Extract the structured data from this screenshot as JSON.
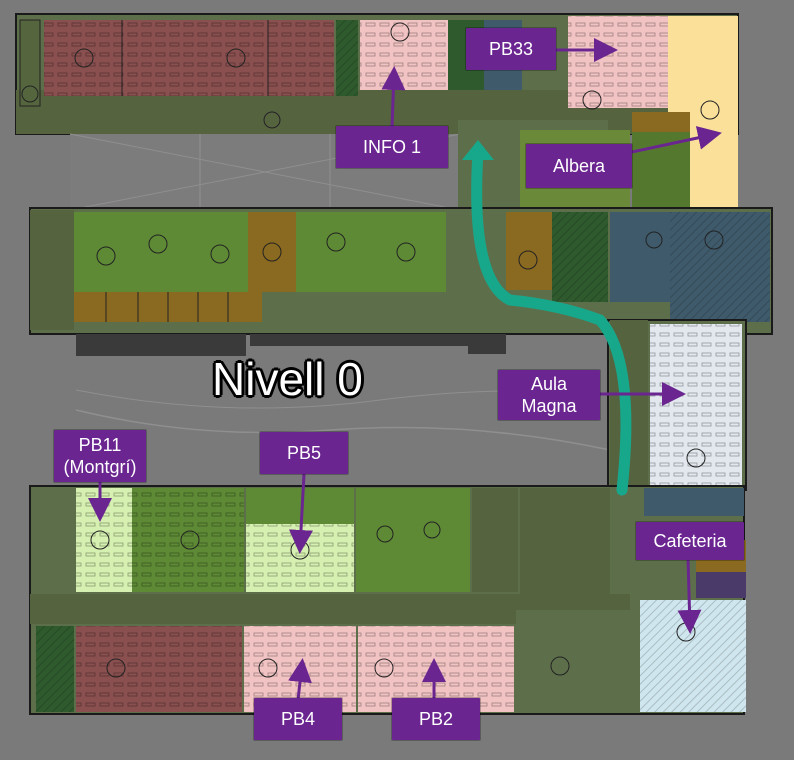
{
  "map": {
    "title": "Nivell 0",
    "accent_color": "#6a2590",
    "path_color": "#17a88c",
    "labels": {
      "pb33": "PB33",
      "info1": "INFO 1",
      "albera": "Albera",
      "aula_magna": "Aula\nMagna",
      "pb11": "PB11\n(Montgrí)",
      "pb5": "PB5",
      "cafeteria": "Cafeteria",
      "pb4": "PB4",
      "pb2": "PB2"
    }
  }
}
